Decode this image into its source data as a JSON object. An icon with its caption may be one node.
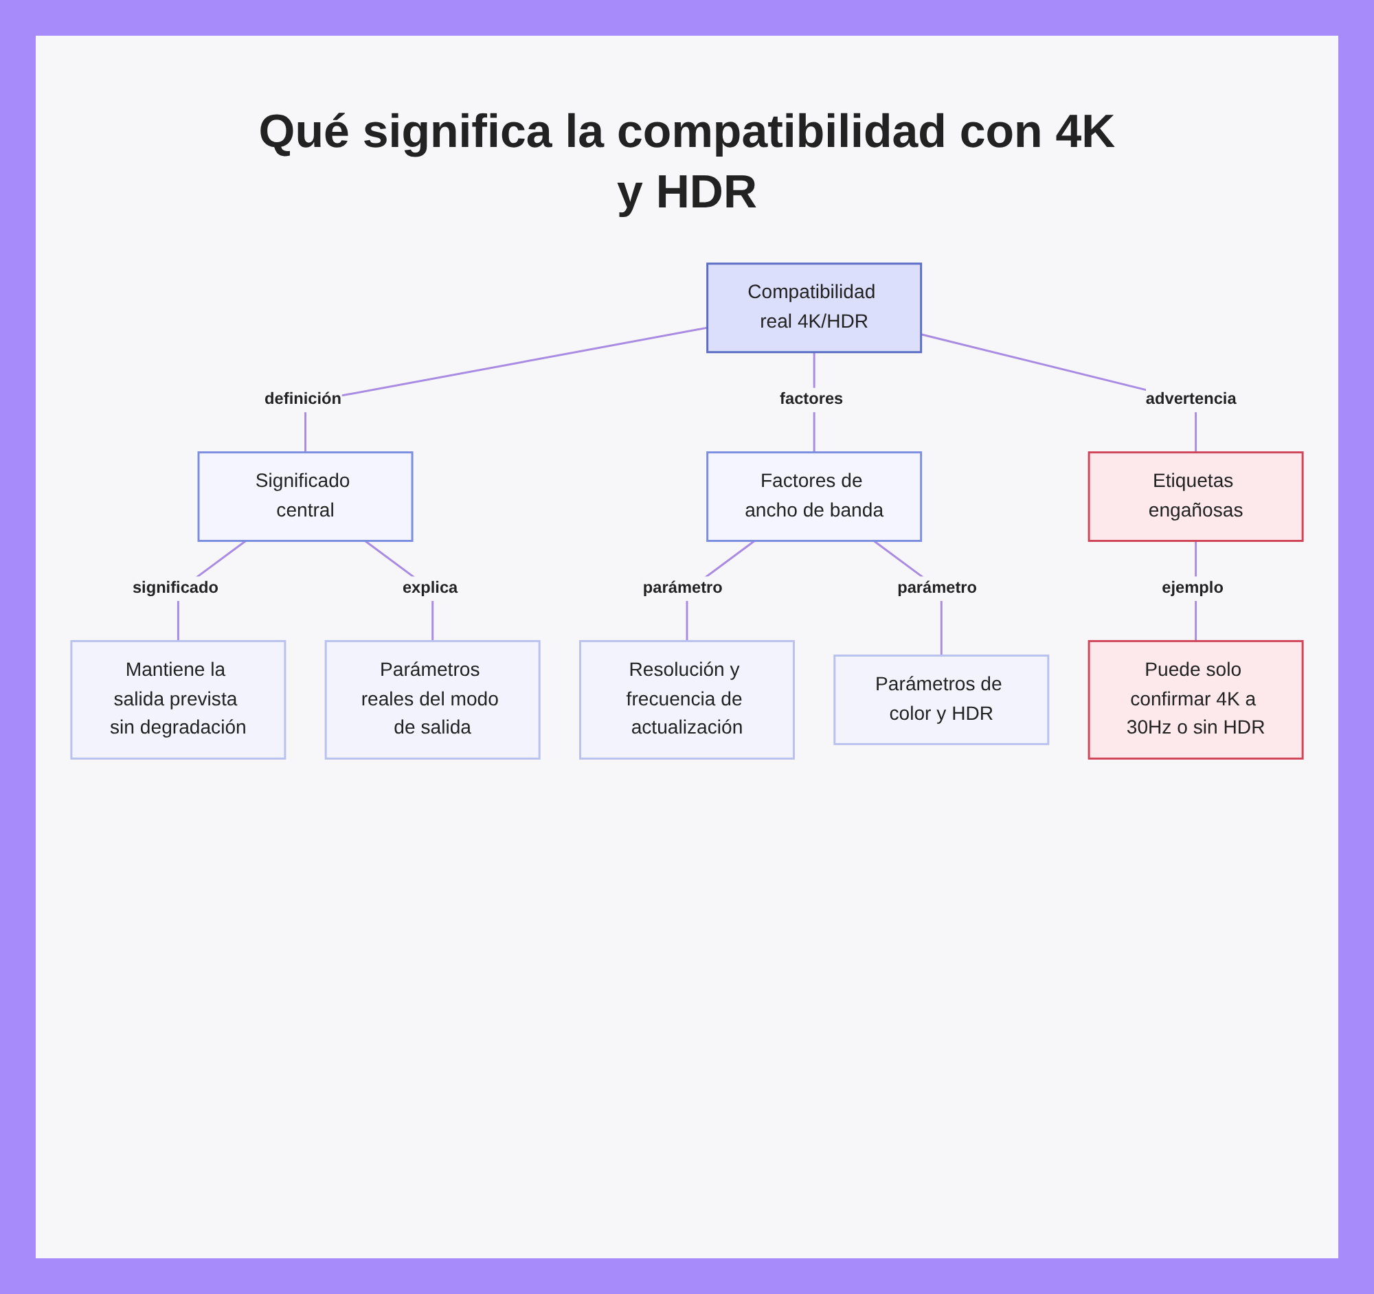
{
  "diagram": {
    "title": "Qué significa la compatibilidad con 4K y HDR",
    "nodes": [
      {
        "text": [
          "Compatibilidad real 4K/HDR"
        ]
      },
      {
        "text": [
          "Significado central"
        ]
      },
      {
        "text": [
          "Factores de ancho de banda"
        ]
      },
      {
        "text": [
          "Etiquetas engañosas"
        ]
      },
      {
        "text": [
          "Mantiene la salida prevista sin degradación"
        ]
      },
      {
        "text": [
          "Parámetros reales del modo de salida"
        ]
      },
      {
        "text": [
          "Resolución y frecuencia de actualización"
        ]
      },
      {
        "text": [
          "Parámetros de color y HDR"
        ]
      },
      {
        "text": [
          "Puede solo confirmar 4K a 30Hz o sin HDR"
        ]
      }
    ],
    "edges": [
      {
        "from": 0,
        "to": 1,
        "arrow": "none",
        "label": "definición"
      },
      {
        "from": 0,
        "to": 2,
        "arrow": "none",
        "label": "factores"
      },
      {
        "from": 0,
        "to": 3,
        "arrow": "none",
        "label": "advertencia"
      },
      {
        "from": 1,
        "to": 4,
        "arrow": "none",
        "label": "significado"
      },
      {
        "from": 1,
        "to": 5,
        "arrow": "none",
        "label": "explica"
      },
      {
        "from": 2,
        "to": 6,
        "arrow": "none",
        "label": "parámetro"
      },
      {
        "from": 2,
        "to": 7,
        "arrow": "none",
        "label": "parámetro"
      },
      {
        "from": 3,
        "to": 8,
        "arrow": "none",
        "label": "ejemplo"
      }
    ]
  }
}
